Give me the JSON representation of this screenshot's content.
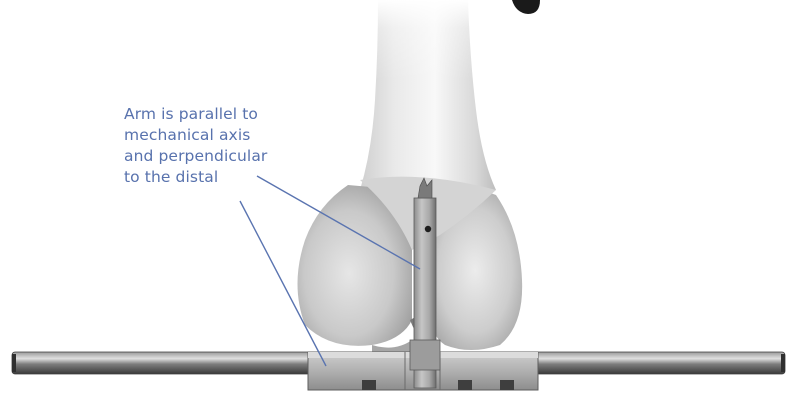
{
  "annotation": {
    "lines": [
      "Arm is parallel to",
      "mechanical axis",
      "and perpendicular",
      "to the distal"
    ]
  },
  "colors": {
    "annotation_text": "#5872ad",
    "leader_line": "#5a74b0",
    "background": "#ffffff"
  }
}
